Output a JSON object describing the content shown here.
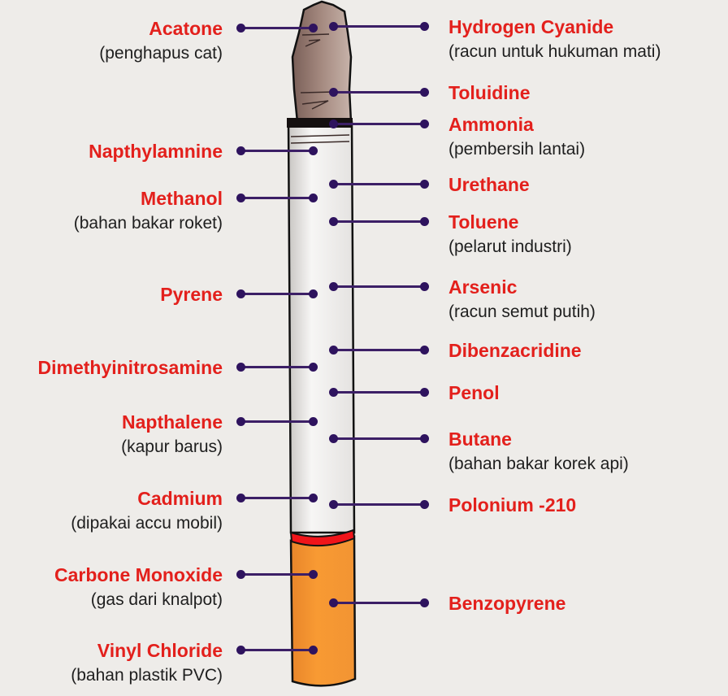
{
  "colors": {
    "name": "#e3201c",
    "description": "#1e1e1e",
    "connector": "#2e135e",
    "filter": "#f7962d",
    "filter_band": "#f0141a",
    "ash": "#9c7b72",
    "paper": "#f2f0ee"
  },
  "left_labels": [
    {
      "name": "Acatone",
      "description": "(penghapus cat)"
    },
    {
      "name": "Napthylamnine",
      "description": ""
    },
    {
      "name": "Methanol",
      "description": "(bahan bakar roket)"
    },
    {
      "name": "Pyrene",
      "description": ""
    },
    {
      "name": "Dimethyinitrosamine",
      "description": ""
    },
    {
      "name": "Napthalene",
      "description": "(kapur barus)"
    },
    {
      "name": "Cadmium",
      "description": "(dipakai accu mobil)"
    },
    {
      "name": "Carbone Monoxide",
      "description": "(gas dari knalpot)"
    },
    {
      "name": "Vinyl Chloride",
      "description": "(bahan plastik PVC)"
    }
  ],
  "right_labels": [
    {
      "name": "Hydrogen Cyanide",
      "description": "(racun untuk hukuman mati)"
    },
    {
      "name": "Toluidine",
      "description": ""
    },
    {
      "name": "Ammonia",
      "description": "(pembersih lantai)"
    },
    {
      "name": "Urethane",
      "description": ""
    },
    {
      "name": "Toluene",
      "description": "(pelarut industri)"
    },
    {
      "name": "Arsenic",
      "description": "(racun semut putih)"
    },
    {
      "name": "Dibenzacridine",
      "description": ""
    },
    {
      "name": "Penol",
      "description": ""
    },
    {
      "name": "Butane",
      "description": "(bahan bakar korek api)"
    },
    {
      "name": "Polonium -210",
      "description": ""
    },
    {
      "name": "Benzopyrene",
      "description": ""
    }
  ]
}
